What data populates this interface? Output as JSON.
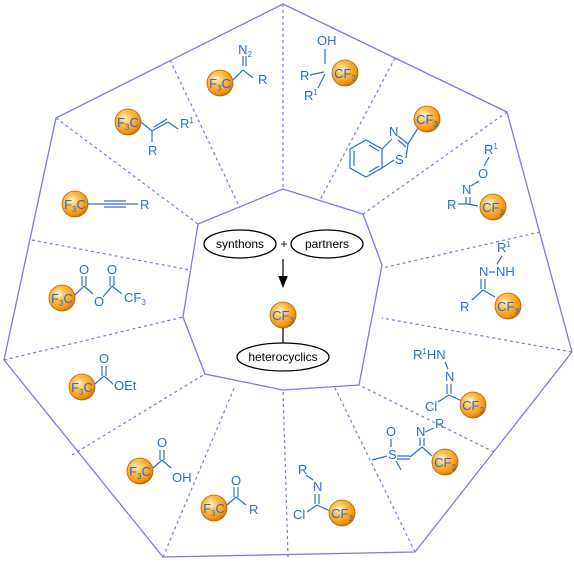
{
  "center": {
    "synthons_label": "synthons",
    "plus_sign": "+",
    "partners_label": "partners",
    "cf3_label": "CF3",
    "heterocyclics_label": "heterocyclics"
  },
  "synthons": [
    {
      "id": "diazo",
      "labels": [
        "N2",
        "F3C",
        "R"
      ]
    },
    {
      "id": "carbinol",
      "labels": [
        "OH",
        "R",
        "R1",
        "CF3"
      ]
    },
    {
      "id": "alkene",
      "labels": [
        "F3C",
        "R1",
        "R"
      ]
    },
    {
      "id": "benzothiazole",
      "labels": [
        "N",
        "S",
        "CF3"
      ]
    },
    {
      "id": "alkyne",
      "labels": [
        "F3C",
        "R"
      ]
    },
    {
      "id": "oxime",
      "labels": [
        "R1",
        "O",
        "N",
        "R",
        "CF3"
      ]
    },
    {
      "id": "anhydride",
      "labels": [
        "O",
        "O",
        "F3C",
        "O",
        "CF3"
      ]
    },
    {
      "id": "hydrazone",
      "labels": [
        "R1",
        "N",
        "NH",
        "R",
        "CF3"
      ]
    },
    {
      "id": "ester",
      "labels": [
        "O",
        "F3C",
        "OEt"
      ]
    },
    {
      "id": "hydrazonoyl",
      "labels": [
        "R1HN",
        "N",
        "Cl",
        "CF3"
      ]
    },
    {
      "id": "acid",
      "labels": [
        "O",
        "F3C",
        "OH"
      ]
    },
    {
      "id": "ylide",
      "labels": [
        "O",
        "S",
        "N",
        "R",
        "CF3"
      ]
    },
    {
      "id": "ketone",
      "labels": [
        "O",
        "F3C",
        "R"
      ]
    },
    {
      "id": "imidoyl",
      "labels": [
        "R",
        "N",
        "Cl",
        "CF3"
      ]
    }
  ],
  "colors": {
    "frame": "#7b7be6",
    "chem": "#2a6fd6",
    "ball": "#f5a023",
    "ball_edge": "#c06000"
  }
}
